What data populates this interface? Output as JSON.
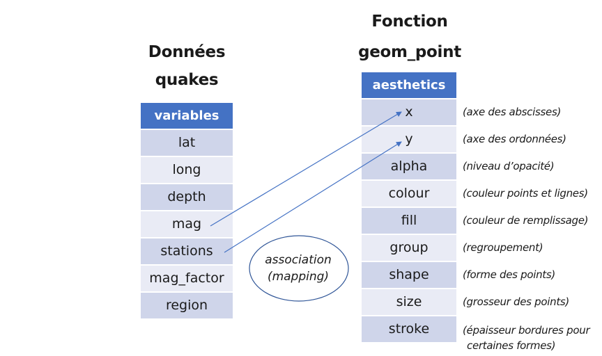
{
  "left": {
    "title_line1": "Données",
    "title_line2": "quakes",
    "header": "variables",
    "rows": [
      "lat",
      "long",
      "depth",
      "mag",
      "stations",
      "mag_factor",
      "region"
    ]
  },
  "right": {
    "title_line1": "Fonction",
    "title_line2": "geom_point",
    "header": "aesthetics",
    "rows": [
      {
        "name": "x",
        "desc": "(axe des abscisses)"
      },
      {
        "name": "y",
        "desc": "(axe des ordonnées)"
      },
      {
        "name": "alpha",
        "desc": "(niveau d’opacité)"
      },
      {
        "name": "colour",
        "desc": "(couleur points et lignes)"
      },
      {
        "name": "fill",
        "desc": "(couleur de remplissage)"
      },
      {
        "name": "group",
        "desc": "(regroupement)"
      },
      {
        "name": "shape",
        "desc": "(forme des points)"
      },
      {
        "name": "size",
        "desc": "(grosseur des points)"
      },
      {
        "name": "stroke",
        "desc": "(épaisseur bordures pour",
        "desc2": "certaines formes)"
      }
    ]
  },
  "mapping": {
    "label_line1": "association",
    "label_line2": "(mapping)",
    "links": [
      {
        "from": "mag",
        "to": "x"
      },
      {
        "from": "stations",
        "to": "y"
      }
    ]
  },
  "colors": {
    "header": "#4472c4",
    "row_dark": "#cfd5ea",
    "row_light": "#e9ebf5",
    "arrow": "#4472c4",
    "ellipse": "#2f5597"
  }
}
